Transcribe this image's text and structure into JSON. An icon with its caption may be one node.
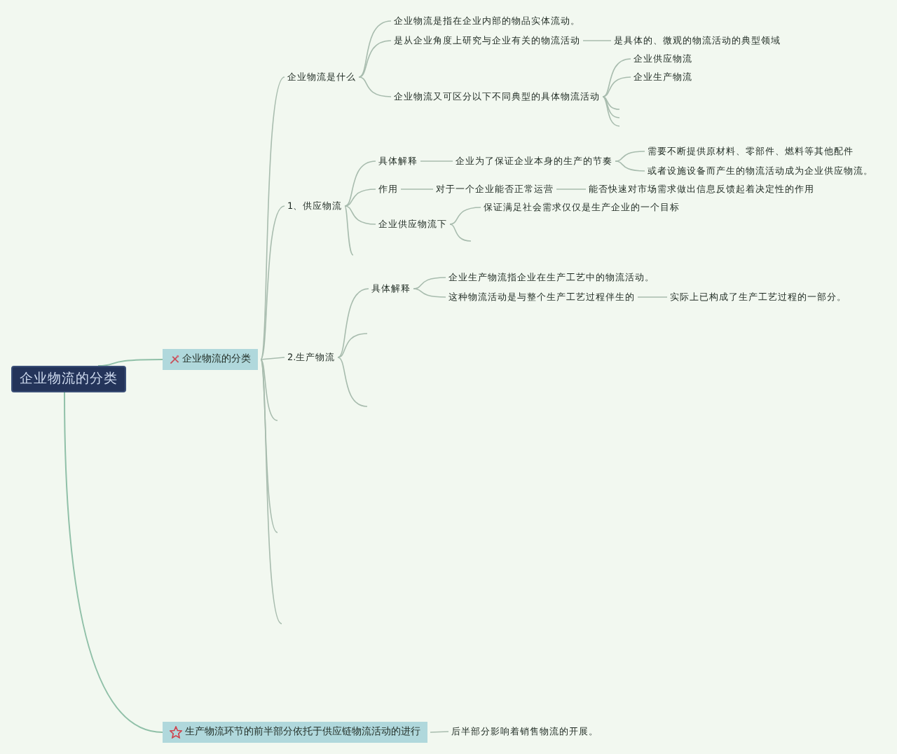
{
  "diagram": {
    "nodes": [
      {
        "text": [
          "企业物流的分类"
        ]
      },
      {
        "text": [
          "企业物流的分类"
        ]
      },
      {
        "text": [
          "企业物流是什么"
        ]
      },
      {
        "text": [
          "企业物流是指在企业内部的物品实体流动。"
        ]
      },
      {
        "text": [
          "是从企业角度上研究与企业有关的物流活动"
        ]
      },
      {
        "text": [
          "是具体的、微观的物流活动的典型领域"
        ]
      },
      {
        "text": [
          "企业物流又可区分以下不同典型的具体物流活动"
        ]
      },
      {
        "text": [
          "企业供应物流"
        ]
      },
      {
        "text": [
          "企业生产物流"
        ]
      },
      {
        "text": [
          "1、供应物流"
        ]
      },
      {
        "text": [
          "具体解释"
        ]
      },
      {
        "text": [
          "企业为了保证企业本身的生产的节奏"
        ]
      },
      {
        "text": [
          "需要不断提供原材料、零部件、燃料等其他配件"
        ]
      },
      {
        "text": [
          "或者设施设备而产生的物流活动成为企业供应物流。"
        ]
      },
      {
        "text": [
          "作用"
        ]
      },
      {
        "text": [
          "对于一个企业能否正常运营"
        ]
      },
      {
        "text": [
          "能否快速对市场需求做出信息反馈起着决定性的作用"
        ]
      },
      {
        "text": [
          "企业供应物流下"
        ]
      },
      {
        "text": [
          "保证满足社会需求仅仅是生产企业的一个目标"
        ]
      },
      {
        "text": [
          "2.生产物流"
        ]
      },
      {
        "text": [
          "具体解释"
        ]
      },
      {
        "text": [
          "企业生产物流指企业在生产工艺中的物流活动。"
        ]
      },
      {
        "text": [
          "这种物流活动是与整个生产工艺过程伴生的"
        ]
      },
      {
        "text": [
          "实际上已构成了生产工艺过程的一部分。"
        ]
      },
      {
        "text": [
          "生产物流环节的前半部分依托于供应链物流活动的进行"
        ]
      },
      {
        "text": [
          "后半部分影响着销售物流的开展。"
        ]
      }
    ],
    "edges": [
      {
        "from": 0,
        "to": 1,
        "arrow": "none"
      },
      {
        "from": 1,
        "to": 2,
        "arrow": "none"
      },
      {
        "from": 1,
        "to": 9,
        "arrow": "none"
      },
      {
        "from": 1,
        "to": 19,
        "arrow": "none"
      },
      {
        "from": 1,
        "to": null,
        "arrow": "none"
      },
      {
        "from": 1,
        "to": null,
        "arrow": "none"
      },
      {
        "from": 1,
        "to": null,
        "arrow": "none"
      },
      {
        "from": 2,
        "to": 3,
        "arrow": "none"
      },
      {
        "from": 2,
        "to": 4,
        "arrow": "none"
      },
      {
        "from": 4,
        "to": 5,
        "arrow": "none"
      },
      {
        "from": 2,
        "to": 6,
        "arrow": "none"
      },
      {
        "from": 6,
        "to": 7,
        "arrow": "none"
      },
      {
        "from": 6,
        "to": 8,
        "arrow": "none"
      },
      {
        "from": 6,
        "to": null,
        "arrow": "none"
      },
      {
        "from": 6,
        "to": null,
        "arrow": "none"
      },
      {
        "from": 6,
        "to": null,
        "arrow": "none"
      },
      {
        "from": 9,
        "to": 10,
        "arrow": "none"
      },
      {
        "from": 10,
        "to": 11,
        "arrow": "none"
      },
      {
        "from": 11,
        "to": 12,
        "arrow": "none"
      },
      {
        "from": 11,
        "to": 13,
        "arrow": "none"
      },
      {
        "from": 9,
        "to": 14,
        "arrow": "none"
      },
      {
        "from": 14,
        "to": 15,
        "arrow": "none"
      },
      {
        "from": 15,
        "to": 16,
        "arrow": "none"
      },
      {
        "from": 9,
        "to": 17,
        "arrow": "none"
      },
      {
        "from": 17,
        "to": 18,
        "arrow": "none"
      },
      {
        "from": 17,
        "to": null,
        "arrow": "none"
      },
      {
        "from": 9,
        "to": null,
        "arrow": "none"
      },
      {
        "from": 19,
        "to": 20,
        "arrow": "none"
      },
      {
        "from": 20,
        "to": 21,
        "arrow": "none"
      },
      {
        "from": 20,
        "to": 22,
        "arrow": "none"
      },
      {
        "from": 22,
        "to": 23,
        "arrow": "none"
      },
      {
        "from": 19,
        "to": null,
        "arrow": "none"
      },
      {
        "from": 19,
        "to": null,
        "arrow": "none"
      },
      {
        "from": 0,
        "to": 24,
        "arrow": "none"
      },
      {
        "from": 24,
        "to": 25,
        "arrow": "none"
      }
    ]
  }
}
